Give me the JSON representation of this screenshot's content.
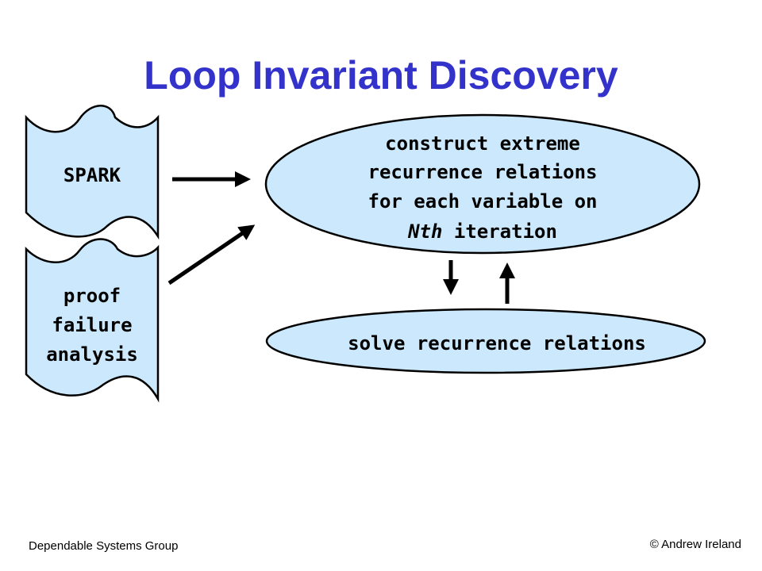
{
  "title": "Loop Invariant Discovery",
  "nodes": {
    "spark": {
      "lines": [
        "SPARK"
      ]
    },
    "proof_failure": {
      "lines": [
        "proof",
        "failure",
        "analysis"
      ]
    },
    "construct": {
      "lines": [
        "construct extreme",
        "recurrence relations",
        "for each variable on",
        "iteration"
      ],
      "italic_prefix": "Nth"
    },
    "solve": {
      "lines": [
        "solve recurrence relations"
      ]
    }
  },
  "footer": {
    "left": "Dependable Systems Group",
    "right": "© Andrew Ireland"
  },
  "colors": {
    "title": "#3333cc",
    "node_fill": "#cce8fc",
    "stroke": "#000000"
  }
}
